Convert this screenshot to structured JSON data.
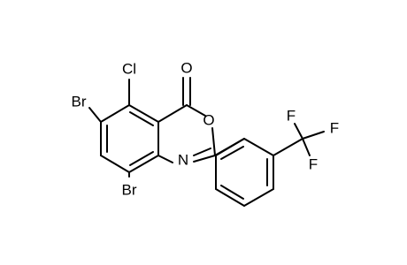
{
  "molecule": {
    "atoms": {
      "cl": "Cl",
      "o_carbonyl": "O",
      "o_ring": "O",
      "n_ring": "N",
      "br_6": "Br",
      "br_8": "Br",
      "f_1": "F",
      "f_2": "F",
      "f_3": "F"
    }
  }
}
